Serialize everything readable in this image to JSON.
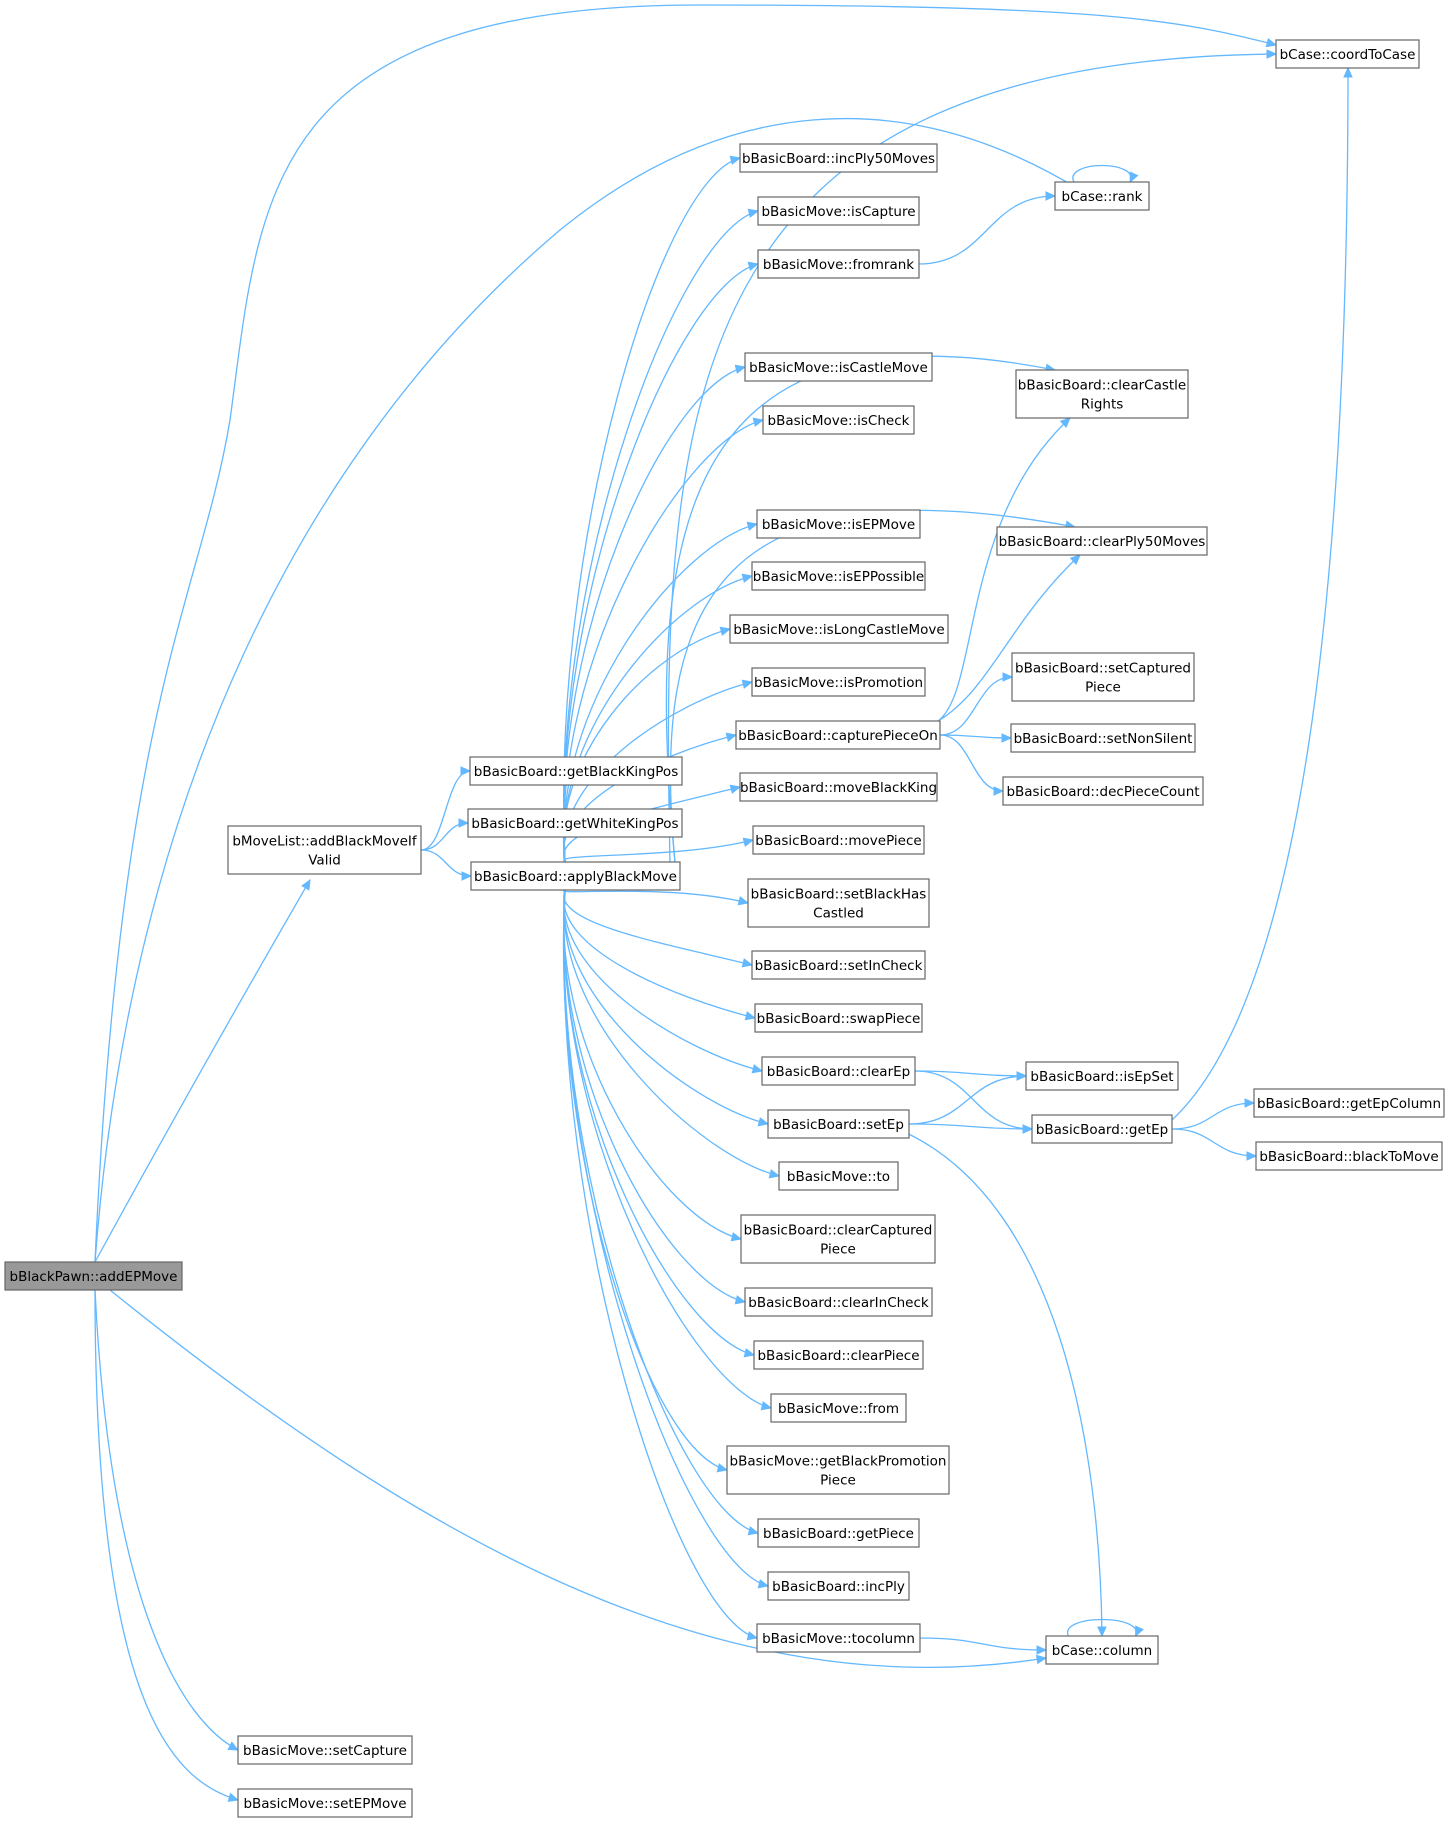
{
  "nodes": [
    {
      "id": "addEPMove",
      "lines": [
        "bBlackPawn::addEPMove"
      ],
      "root": true
    },
    {
      "id": "addBlackMoveIfValid",
      "lines": [
        "bMoveList::addBlackMoveIf",
        "Valid"
      ]
    },
    {
      "id": "setCapture",
      "lines": [
        "bBasicMove::setCapture"
      ]
    },
    {
      "id": "setEPMove",
      "lines": [
        "bBasicMove::setEPMove"
      ]
    },
    {
      "id": "getBlackKingPos",
      "lines": [
        "bBasicBoard::getBlackKingPos"
      ]
    },
    {
      "id": "getWhiteKingPos",
      "lines": [
        "bBasicBoard::getWhiteKingPos"
      ]
    },
    {
      "id": "applyBlackMove",
      "lines": [
        "bBasicBoard::applyBlackMove"
      ]
    },
    {
      "id": "incPly50Moves",
      "lines": [
        "bBasicBoard::incPly50Moves"
      ]
    },
    {
      "id": "isCapture",
      "lines": [
        "bBasicMove::isCapture"
      ]
    },
    {
      "id": "fromrank",
      "lines": [
        "bBasicMove::fromrank"
      ]
    },
    {
      "id": "isCastleMove",
      "lines": [
        "bBasicMove::isCastleMove"
      ]
    },
    {
      "id": "isCheck",
      "lines": [
        "bBasicMove::isCheck"
      ]
    },
    {
      "id": "isEPMove",
      "lines": [
        "bBasicMove::isEPMove"
      ]
    },
    {
      "id": "isEPPossible",
      "lines": [
        "bBasicMove::isEPPossible"
      ]
    },
    {
      "id": "isLongCastleMove",
      "lines": [
        "bBasicMove::isLongCastleMove"
      ]
    },
    {
      "id": "isPromotion",
      "lines": [
        "bBasicMove::isPromotion"
      ]
    },
    {
      "id": "capturePieceOn",
      "lines": [
        "bBasicBoard::capturePieceOn"
      ]
    },
    {
      "id": "moveBlackKing",
      "lines": [
        "bBasicBoard::moveBlackKing"
      ]
    },
    {
      "id": "movePiece",
      "lines": [
        "bBasicBoard::movePiece"
      ]
    },
    {
      "id": "setBlackHasCastled",
      "lines": [
        "bBasicBoard::setBlackHas",
        "Castled"
      ]
    },
    {
      "id": "setInCheck",
      "lines": [
        "bBasicBoard::setInCheck"
      ]
    },
    {
      "id": "swapPiece",
      "lines": [
        "bBasicBoard::swapPiece"
      ]
    },
    {
      "id": "clearEp",
      "lines": [
        "bBasicBoard::clearEp"
      ]
    },
    {
      "id": "setEp",
      "lines": [
        "bBasicBoard::setEp"
      ]
    },
    {
      "id": "to",
      "lines": [
        "bBasicMove::to"
      ]
    },
    {
      "id": "clearCapturedPiece",
      "lines": [
        "bBasicBoard::clearCaptured",
        "Piece"
      ]
    },
    {
      "id": "clearInCheck",
      "lines": [
        "bBasicBoard::clearInCheck"
      ]
    },
    {
      "id": "clearPiece",
      "lines": [
        "bBasicBoard::clearPiece"
      ]
    },
    {
      "id": "from",
      "lines": [
        "bBasicMove::from"
      ]
    },
    {
      "id": "getBlackPromotionPiece",
      "lines": [
        "bBasicMove::getBlackPromotion",
        "Piece"
      ]
    },
    {
      "id": "getPiece",
      "lines": [
        "bBasicBoard::getPiece"
      ]
    },
    {
      "id": "incPly",
      "lines": [
        "bBasicBoard::incPly"
      ]
    },
    {
      "id": "tocolumn",
      "lines": [
        "bBasicMove::tocolumn"
      ]
    },
    {
      "id": "coordToCase",
      "lines": [
        "bCase::coordToCase"
      ]
    },
    {
      "id": "rank",
      "lines": [
        "bCase::rank"
      ]
    },
    {
      "id": "clearCastleRights",
      "lines": [
        "bBasicBoard::clearCastle",
        "Rights"
      ]
    },
    {
      "id": "clearPly50Moves",
      "lines": [
        "bBasicBoard::clearPly50Moves"
      ]
    },
    {
      "id": "setCapturedPiece",
      "lines": [
        "bBasicBoard::setCaptured",
        "Piece"
      ]
    },
    {
      "id": "setNonSilent",
      "lines": [
        "bBasicBoard::setNonSilent"
      ]
    },
    {
      "id": "decPieceCount",
      "lines": [
        "bBasicBoard::decPieceCount"
      ]
    },
    {
      "id": "isEpSet",
      "lines": [
        "bBasicBoard::isEpSet"
      ]
    },
    {
      "id": "getEp",
      "lines": [
        "bBasicBoard::getEp"
      ]
    },
    {
      "id": "column",
      "lines": [
        "bCase::column"
      ]
    },
    {
      "id": "getEpColumn",
      "lines": [
        "bBasicBoard::getEpColumn"
      ]
    },
    {
      "id": "blackToMove",
      "lines": [
        "bBasicBoard::blackToMove"
      ]
    }
  ],
  "edges": [
    [
      "addEPMove",
      "coordToCase"
    ],
    [
      "addEPMove",
      "rank"
    ],
    [
      "addEPMove",
      "addBlackMoveIfValid"
    ],
    [
      "addEPMove",
      "column"
    ],
    [
      "addEPMove",
      "setCapture"
    ],
    [
      "addEPMove",
      "setEPMove"
    ],
    [
      "addBlackMoveIfValid",
      "getBlackKingPos"
    ],
    [
      "addBlackMoveIfValid",
      "getWhiteKingPos"
    ],
    [
      "addBlackMoveIfValid",
      "applyBlackMove"
    ],
    [
      "applyBlackMove",
      "coordToCase"
    ],
    [
      "applyBlackMove",
      "incPly50Moves"
    ],
    [
      "applyBlackMove",
      "isCapture"
    ],
    [
      "applyBlackMove",
      "fromrank"
    ],
    [
      "applyBlackMove",
      "clearCastleRights"
    ],
    [
      "applyBlackMove",
      "isCastleMove"
    ],
    [
      "applyBlackMove",
      "isCheck"
    ],
    [
      "applyBlackMove",
      "clearPly50Moves"
    ],
    [
      "applyBlackMove",
      "isEPMove"
    ],
    [
      "applyBlackMove",
      "isEPPossible"
    ],
    [
      "applyBlackMove",
      "isLongCastleMove"
    ],
    [
      "applyBlackMove",
      "isPromotion"
    ],
    [
      "applyBlackMove",
      "capturePieceOn"
    ],
    [
      "applyBlackMove",
      "moveBlackKing"
    ],
    [
      "applyBlackMove",
      "movePiece"
    ],
    [
      "applyBlackMove",
      "setBlackHasCastled"
    ],
    [
      "applyBlackMove",
      "setInCheck"
    ],
    [
      "applyBlackMove",
      "swapPiece"
    ],
    [
      "applyBlackMove",
      "clearEp"
    ],
    [
      "applyBlackMove",
      "setEp"
    ],
    [
      "applyBlackMove",
      "to"
    ],
    [
      "applyBlackMove",
      "clearCapturedPiece"
    ],
    [
      "applyBlackMove",
      "clearInCheck"
    ],
    [
      "applyBlackMove",
      "clearPiece"
    ],
    [
      "applyBlackMove",
      "from"
    ],
    [
      "applyBlackMove",
      "getBlackPromotionPiece"
    ],
    [
      "applyBlackMove",
      "getPiece"
    ],
    [
      "applyBlackMove",
      "incPly"
    ],
    [
      "applyBlackMove",
      "tocolumn"
    ],
    [
      "fromrank",
      "rank"
    ],
    [
      "rank",
      "rank"
    ],
    [
      "capturePieceOn",
      "clearCastleRights"
    ],
    [
      "capturePieceOn",
      "clearPly50Moves"
    ],
    [
      "capturePieceOn",
      "setCapturedPiece"
    ],
    [
      "capturePieceOn",
      "setNonSilent"
    ],
    [
      "capturePieceOn",
      "decPieceCount"
    ],
    [
      "clearEp",
      "isEpSet"
    ],
    [
      "clearEp",
      "getEp"
    ],
    [
      "setEp",
      "isEpSet"
    ],
    [
      "setEp",
      "getEp"
    ],
    [
      "setEp",
      "column"
    ],
    [
      "getEp",
      "coordToCase"
    ],
    [
      "getEp",
      "getEpColumn"
    ],
    [
      "getEp",
      "blackToMove"
    ],
    [
      "tocolumn",
      "column"
    ],
    [
      "column",
      "column"
    ]
  ]
}
